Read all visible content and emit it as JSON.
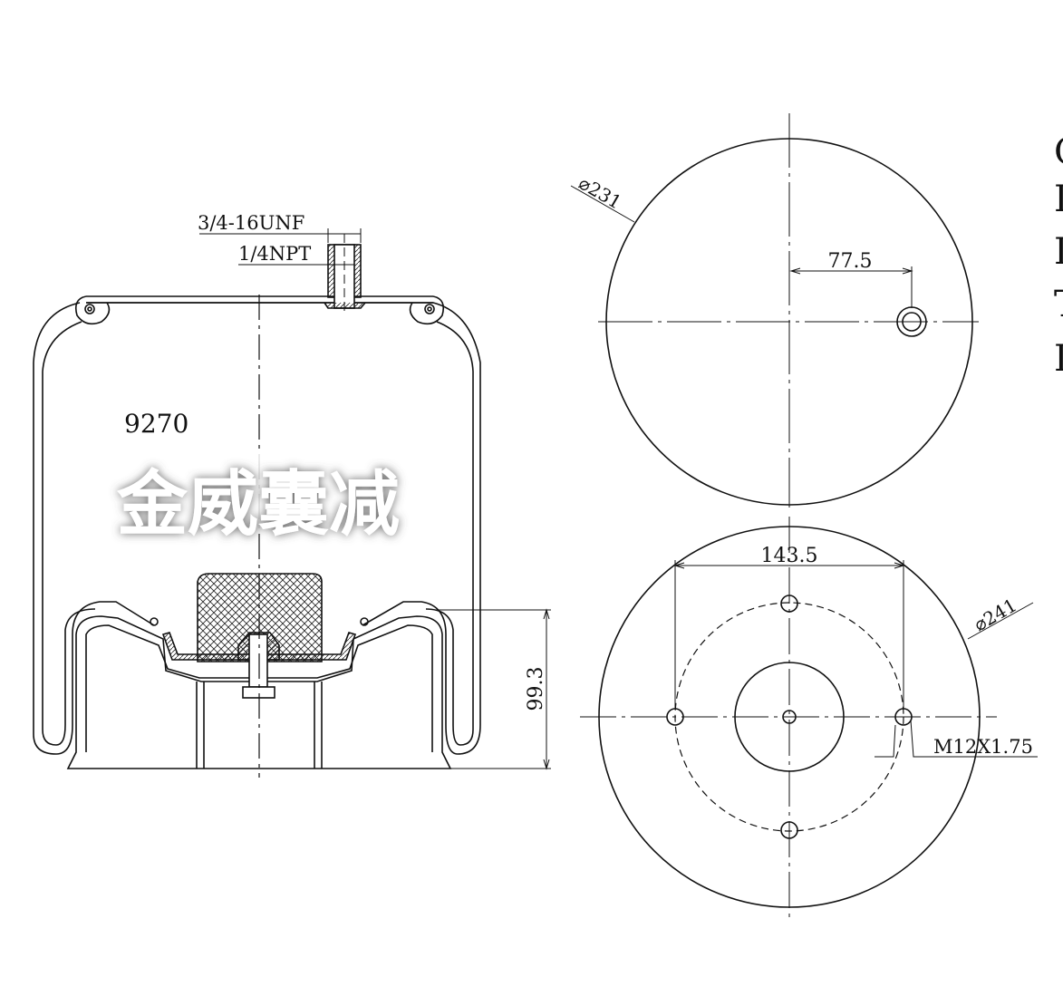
{
  "side_view": {
    "model_number": "9270",
    "watermark": "金威囊减",
    "thread_label_1": "3/4-16UNF",
    "thread_label_2": "1/4NPT",
    "height_dim": "99.3"
  },
  "top_view": {
    "diameter": "⌀231",
    "port_offset": "77.5"
  },
  "bottom_view": {
    "diameter": "⌀241",
    "bolt_spacing": "143.5",
    "bolt_thread": "M12X1.75"
  },
  "right_edge_letters": [
    "C",
    "I",
    "I",
    "T",
    "I"
  ],
  "colors": {
    "line": "#111111",
    "background": "#ffffff"
  }
}
